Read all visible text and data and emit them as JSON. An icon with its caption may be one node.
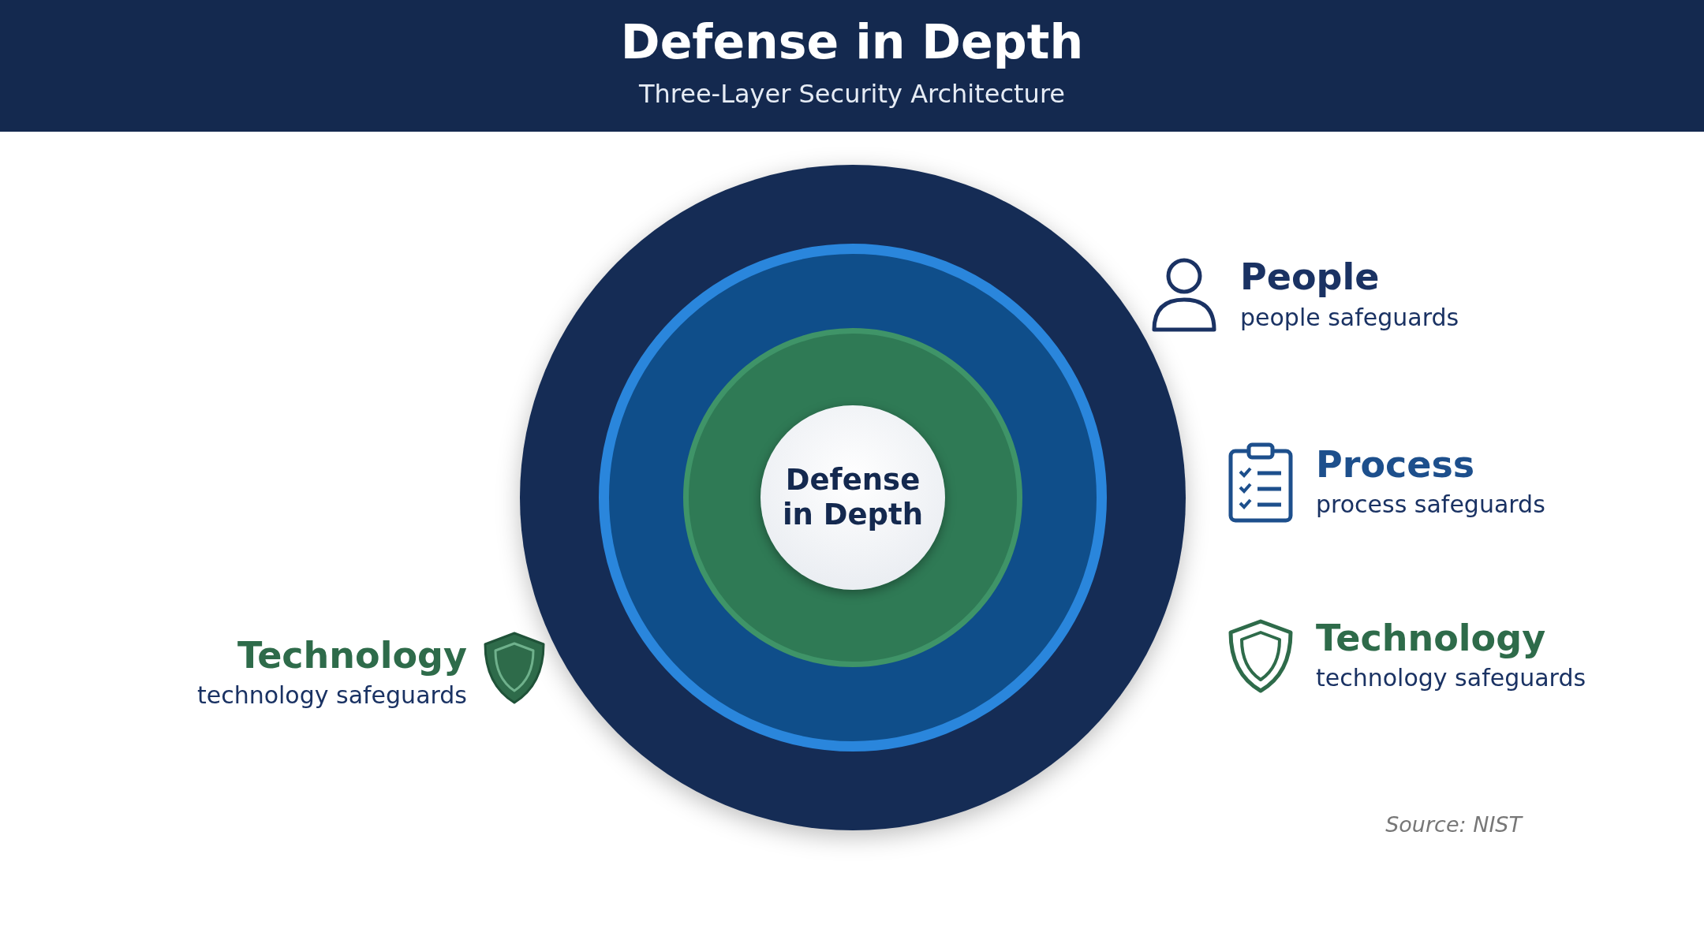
{
  "diagram": {
    "title": "Defense in Depth",
    "nodes": [
      {
        "text": [],
        "shape": "circle"
      },
      {
        "text": [],
        "shape": "circle",
        "in": 0
      },
      {
        "text": [],
        "shape": "circle",
        "in": 1
      },
      {
        "text": [
          "Defense in Depth"
        ],
        "in": 2
      }
    ],
    "labels": [
      "Three-Layer Security Architecture",
      "People",
      "people safeguards",
      "Process",
      "process safeguards",
      "Technology",
      "technology safeguards",
      "Technology",
      "technology safeguards",
      "Source: NIST"
    ]
  }
}
